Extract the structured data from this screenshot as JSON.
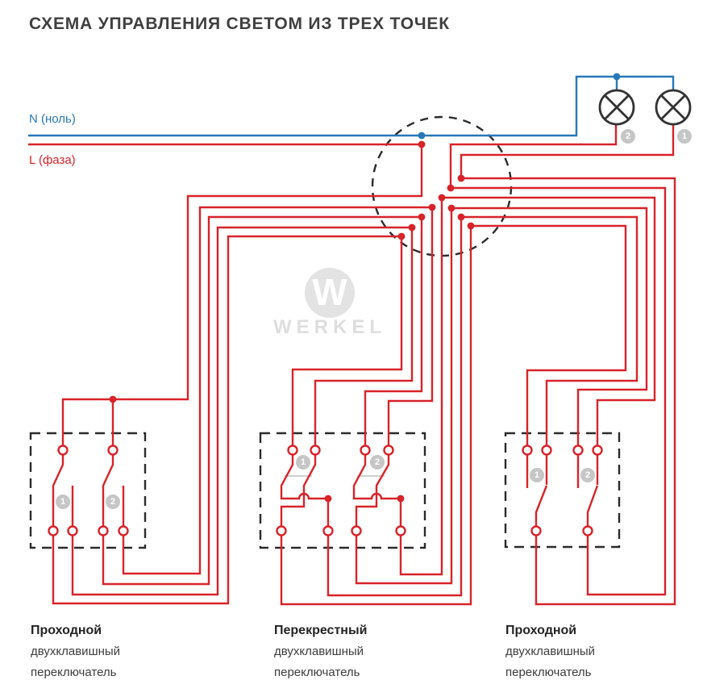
{
  "title": "СХЕМА УПРАВЛЕНИЯ СВЕТОМ ИЗ ТРЕХ ТОЧЕК",
  "power_lines": {
    "neutral_label": "N (ноль)",
    "phase_label": "L (фаза)"
  },
  "lamps": {
    "lamp1_badge": "1",
    "lamp2_badge": "2"
  },
  "watermark": {
    "logo_letter": "W",
    "brand": "WERKEL"
  },
  "switches": {
    "left": {
      "badge1": "1",
      "badge2": "2",
      "caption_line1": "Проходной",
      "caption_line2": "двухклавишный",
      "caption_line3": "переключатель"
    },
    "middle": {
      "badge1": "1",
      "badge2": "2",
      "caption_line1": "Перекрестный",
      "caption_line2": "двухклавишный",
      "caption_line3": "переключатель"
    },
    "right": {
      "badge1": "1",
      "badge2": "2",
      "caption_line1": "Проходной",
      "caption_line2": "двухклавишный",
      "caption_line3": "переключатель"
    }
  },
  "colors": {
    "phase_wire": "#d8232a",
    "neutral_wire": "#2878b8",
    "outline": "#2b2b2b",
    "badge_gray": "#c6c6c6",
    "watermark_gray": "#e3e3e3"
  }
}
